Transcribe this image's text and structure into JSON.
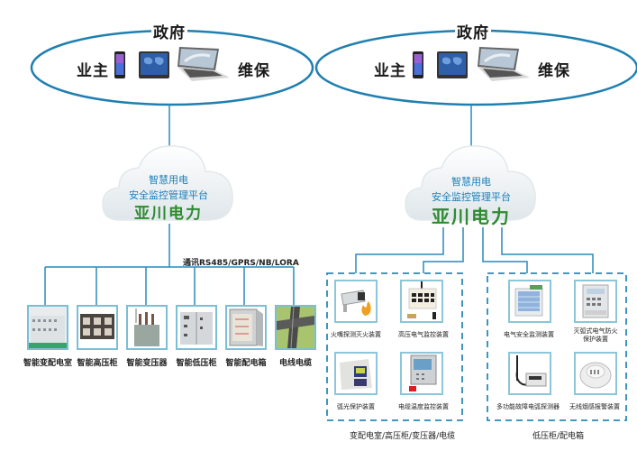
{
  "left_diagram": {
    "ring": {
      "top_label": "政府",
      "left_label": "业主",
      "right_label": "维保",
      "devices": [
        "phone-icon",
        "tablet-icon",
        "laptop-icon"
      ]
    },
    "cloud": {
      "line1": "智慧用电",
      "line2": "安全监控管理平台",
      "brand": "亚川电力"
    },
    "comm_label": "通讯RS485/GPRS/NB/LORA",
    "endpoints": [
      {
        "label": "智能变配电室",
        "icon": "switchgear-room-icon"
      },
      {
        "label": "智能高压柜",
        "icon": "high-voltage-cabinet-icon"
      },
      {
        "label": "智能变压器",
        "icon": "transformer-icon"
      },
      {
        "label": "智能低压柜",
        "icon": "low-voltage-cabinet-icon"
      },
      {
        "label": "智能配电箱",
        "icon": "distribution-box-icon"
      },
      {
        "label": "电线电缆",
        "icon": "cable-icon"
      }
    ]
  },
  "right_diagram": {
    "ring": {
      "top_label": "政府",
      "left_label": "业主",
      "right_label": "维保",
      "devices": [
        "phone-icon",
        "tablet-icon",
        "laptop-icon"
      ]
    },
    "cloud": {
      "line1": "智慧用电",
      "line2": "安全监控管理平台",
      "brand": "亚川电力"
    },
    "groups": [
      {
        "caption": "变配电室/高压柜/变压器/电缆",
        "items": [
          {
            "label": "火嘴探测灭火装置",
            "icon": "fire-camera-icon"
          },
          {
            "label": "高压电气监控装置",
            "icon": "hv-monitor-icon"
          },
          {
            "label": "弧光保护装置",
            "icon": "arc-protection-icon"
          },
          {
            "label": "电缆温度监控装置",
            "icon": "cable-temp-monitor-icon"
          }
        ]
      },
      {
        "caption": "低压柜/配电箱",
        "items": [
          {
            "label": "电气安全监测装置",
            "icon": "electrical-safety-monitor-icon"
          },
          {
            "label": "灭弧式电气防火保护装置",
            "label_line1": "灭弧式电气防火",
            "label_line2": "保护装置",
            "icon": "arc-fire-protection-icon"
          },
          {
            "label": "多功能故障电弧探测器",
            "icon": "arc-fault-detector-icon"
          },
          {
            "label": "无线烟感报警装置",
            "icon": "smoke-detector-icon"
          }
        ]
      }
    ]
  },
  "colors": {
    "line": "#2a8ab8",
    "ring": "#1f7fb0",
    "cloud_text": "#1d7fb8",
    "brand": "#2d8b2f",
    "thumb_border": "#7bbfd6"
  }
}
